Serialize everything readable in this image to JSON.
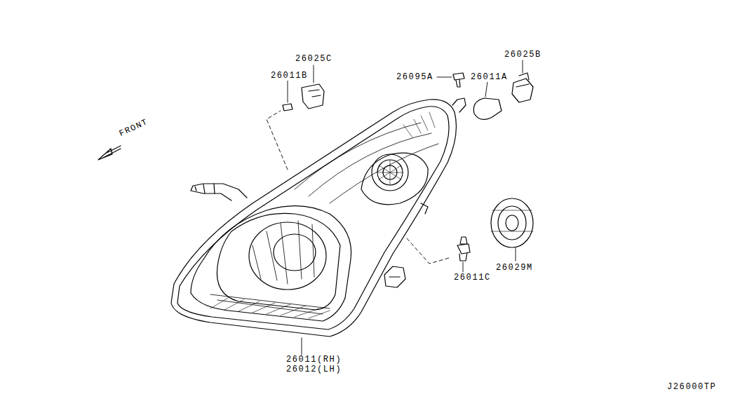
{
  "diagram": {
    "labels": [
      "26025C",
      "26011B",
      "26095A",
      "26011A",
      "26025B",
      "FRONT",
      "26011C",
      "26029M",
      "26011(RH)",
      "26012(LH)",
      "J26000TP"
    ]
  }
}
